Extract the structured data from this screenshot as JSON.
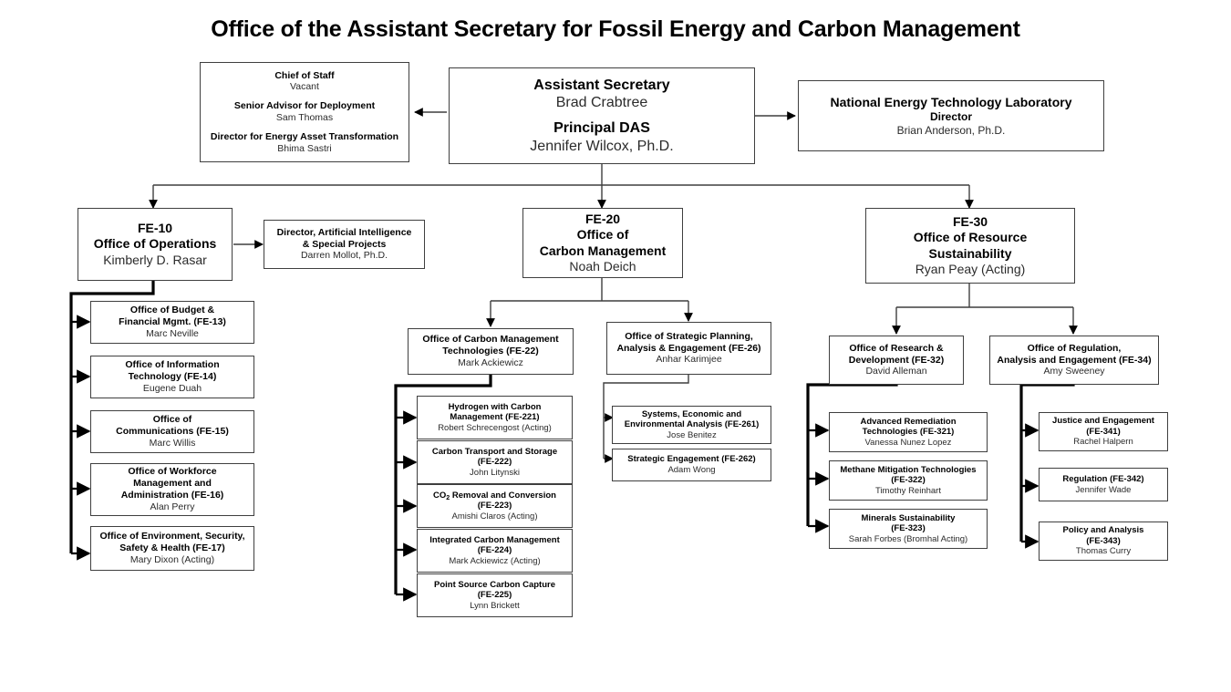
{
  "title": "Office of the Assistant Secretary for Fossil Energy and Carbon Management",
  "nodes": {
    "chief_of_staff": {
      "l1_bold": "Chief of Staff",
      "l1_name": "Vacant",
      "l2_bold": "Senior Advisor for Deployment",
      "l2_name": "Sam Thomas",
      "l3_bold": "Director for Energy Asset Transformation",
      "l3_name": "Bhima Sastri"
    },
    "assistant_secretary": {
      "title1": "Assistant Secretary",
      "name1": "Brad Crabtree",
      "title2": "Principal DAS",
      "name2": "Jennifer Wilcox, Ph.D."
    },
    "netl": {
      "title": "National Energy Technology Laboratory",
      "role": "Director",
      "name": "Brian Anderson, Ph.D."
    },
    "fe10": {
      "code": "FE-10",
      "title": "Office of Operations",
      "name": "Kimberly D. Rasar"
    },
    "ai_special_projects": {
      "title1": "Director, Artificial Intelligence",
      "title2": "& Special Projects",
      "name": "Darren Mollot, Ph.D."
    },
    "fe20": {
      "code": "FE-20",
      "title1": "Office of",
      "title2": "Carbon Management",
      "name": "Noah Deich"
    },
    "fe30": {
      "code": "FE-30",
      "title1": "Office of Resource",
      "title2": "Sustainability",
      "name": "Ryan Peay (Acting)"
    },
    "fe13": {
      "title1": "Office of Budget &",
      "title2": "Financial Mgmt. (FE-13)",
      "name": "Marc Neville"
    },
    "fe14": {
      "title1": "Office of Information",
      "title2": "Technology (FE-14)",
      "name": "Eugene Duah"
    },
    "fe15": {
      "title1": "Office of",
      "title2": "Communications (FE-15)",
      "name": "Marc Willis"
    },
    "fe16": {
      "title1": "Office of Workforce",
      "title2": "Management and",
      "title3": "Administration (FE-16)",
      "name": "Alan Perry"
    },
    "fe17": {
      "title1": "Office of Environment, Security,",
      "title2": "Safety & Health (FE-17)",
      "name": "Mary Dixon (Acting)"
    },
    "fe22": {
      "title1": "Office of Carbon Management",
      "title2": "Technologies (FE-22)",
      "name": "Mark Ackiewicz"
    },
    "fe26": {
      "title1": "Office of Strategic Planning,",
      "title2": "Analysis & Engagement (FE-26)",
      "name": "Anhar Karimjee"
    },
    "fe221": {
      "title1": "Hydrogen with Carbon",
      "title2": "Management (FE-221)",
      "name": "Robert Schrecengost (Acting)"
    },
    "fe222": {
      "title1": "Carbon Transport and Storage",
      "title2": "(FE-222)",
      "name": "John Litynski"
    },
    "fe223": {
      "title1": "CO2 Removal and Conversion",
      "title2": "(FE-223)",
      "name": "Amishi Claros (Acting)"
    },
    "fe224": {
      "title1": "Integrated Carbon Management",
      "title2": "(FE-224)",
      "name": "Mark Ackiewicz (Acting)"
    },
    "fe225": {
      "title1": "Point Source Carbon Capture",
      "title2": "(FE-225)",
      "name": "Lynn Brickett"
    },
    "fe261": {
      "title1": "Systems, Economic and",
      "title2": "Environmental Analysis (FE-261)",
      "name": "Jose Benitez"
    },
    "fe262": {
      "title1": "Strategic Engagement (FE-262)",
      "name": "Adam Wong"
    },
    "fe32": {
      "title1": "Office of Research &",
      "title2": "Development (FE-32)",
      "name": "David Alleman"
    },
    "fe34": {
      "title1": "Office of Regulation,",
      "title2": "Analysis and Engagement (FE-34)",
      "name": "Amy Sweeney"
    },
    "fe321": {
      "title1": "Advanced Remediation",
      "title2": "Technologies (FE-321)",
      "name": "Vanessa Nunez Lopez"
    },
    "fe322": {
      "title1": "Methane Mitigation Technologies",
      "title2": "(FE-322)",
      "name": "Timothy Reinhart"
    },
    "fe323": {
      "title1": "Minerals Sustainability",
      "title2": "(FE-323)",
      "name": "Sarah Forbes (Bromhal Acting)"
    },
    "fe341": {
      "title1": "Justice and Engagement",
      "title2": "(FE-341)",
      "name": "Rachel Halpern"
    },
    "fe342": {
      "title1": "Regulation (FE-342)",
      "name": "Jennifer Wade"
    },
    "fe343": {
      "title1": "Policy and Analysis",
      "title2": "(FE-343)",
      "name": "Thomas Curry"
    }
  },
  "colors": {
    "box_border": "#3f3f3f",
    "connector": "#000000",
    "background": "#ffffff",
    "text": "#000000"
  }
}
